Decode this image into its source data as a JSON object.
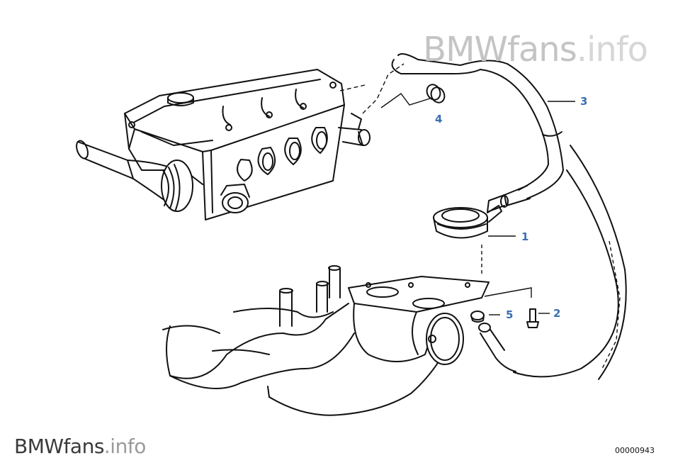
{
  "watermark_top": {
    "brand": "BMWfans",
    "suffix": ".info"
  },
  "watermark_bottom": {
    "brand": "BMWfans",
    "suffix": ".info"
  },
  "diagram_number": "00000943",
  "callouts": [
    {
      "id": "1",
      "label": "1"
    },
    {
      "id": "2",
      "label": "2"
    },
    {
      "id": "3",
      "label": "3"
    },
    {
      "id": "4",
      "label": "4"
    },
    {
      "id": "5",
      "label": "5"
    }
  ],
  "colors": {
    "line": "#111111",
    "callout": "#3a6fb0",
    "watermark": "#c4c4c4"
  }
}
